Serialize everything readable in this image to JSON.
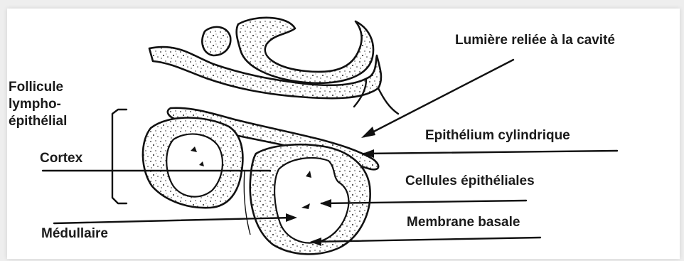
{
  "labels": {
    "lumiere": "Lumière reliée à la cavité",
    "follicule_line1": "Follicule",
    "follicule_line2": "lympho-",
    "follicule_line3": "épithélial",
    "cortex": "Cortex",
    "epithelium": "Epithélium cylindrique",
    "cellules": "Cellules épithéliales",
    "medullaire": "Médullaire",
    "membrane": "Membrane basale"
  },
  "colors": {
    "ink": "#111111",
    "panel": "#ffffff",
    "frame": "#eeeeee"
  }
}
